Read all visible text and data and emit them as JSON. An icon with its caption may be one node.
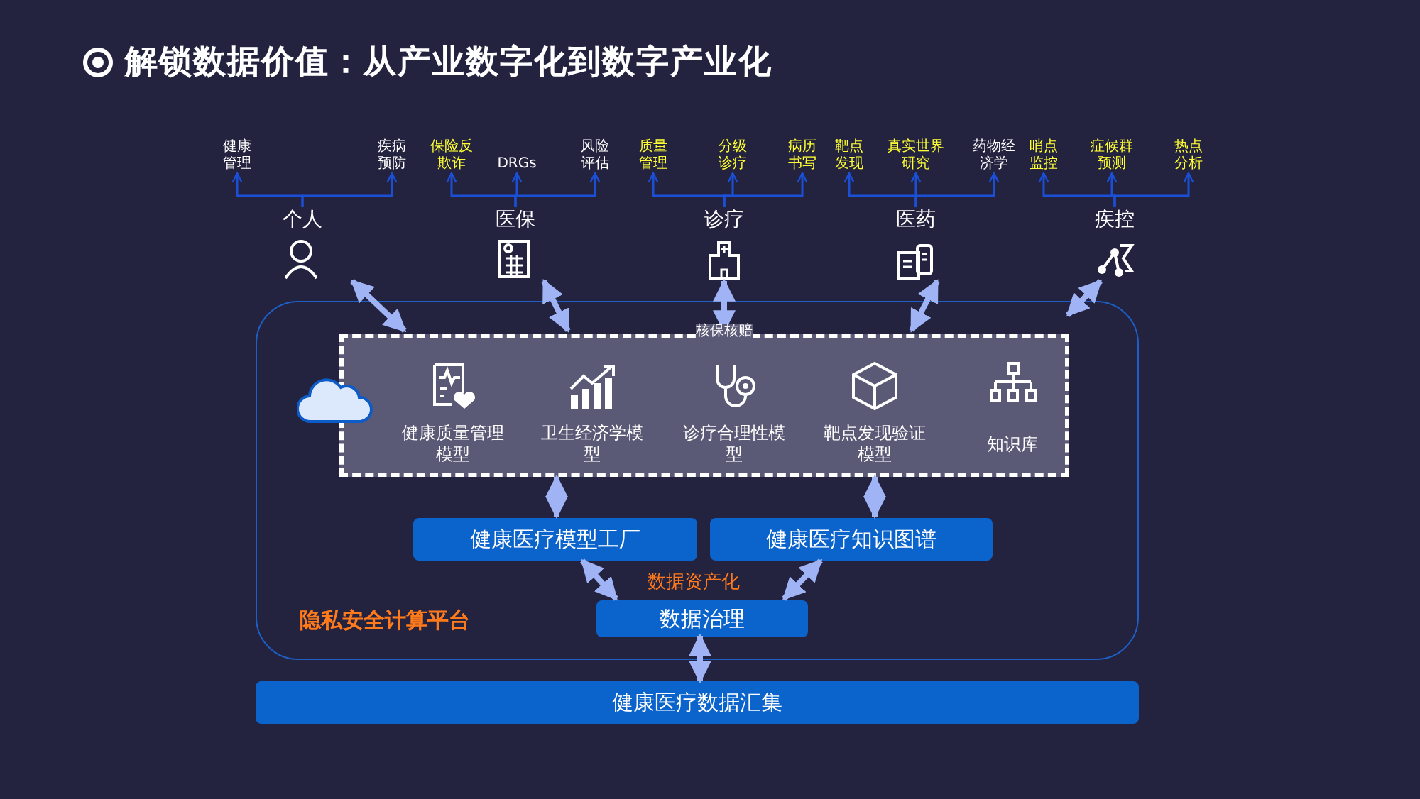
{
  "diagram": {
    "title": "解锁数据价值：从产业数字化到数字产业化",
    "nodes": [
      {
        "text": [
          "隐私安全计算平台"
        ]
      },
      {
        "text": [],
        "shape": "box",
        "in": 0
      },
      {
        "text": [
          "健康质量管理模型"
        ],
        "in": 1
      },
      {
        "text": [
          "卫生经济学模型"
        ],
        "in": 1
      },
      {
        "text": [
          "诊疗合理性模型"
        ],
        "in": 1
      },
      {
        "text": [
          "靶点发现验证模型"
        ],
        "in": 1
      },
      {
        "text": [
          "知识库"
        ],
        "in": 1
      },
      {
        "text": [
          "健康医疗模型工厂"
        ],
        "in": 0
      },
      {
        "text": [
          "健康医疗知识图谱"
        ],
        "in": 0
      },
      {
        "text": [
          "数据治理"
        ],
        "in": 0
      },
      {
        "text": [
          "健康医疗数据汇集"
        ]
      },
      {
        "text": [
          "个人"
        ]
      },
      {
        "text": [
          "医保"
        ]
      },
      {
        "text": [
          "诊疗"
        ]
      },
      {
        "text": [
          "医药"
        ]
      },
      {
        "text": [
          "疾控"
        ]
      },
      {
        "text": [
          "健康管理"
        ]
      },
      {
        "text": [
          "疾病预防"
        ]
      },
      {
        "text": [
          "保险反欺诈"
        ]
      },
      {
        "text": [
          "DRGs"
        ]
      },
      {
        "text": [
          "风险评估"
        ]
      },
      {
        "text": [
          "质量管理"
        ]
      },
      {
        "text": [
          "分级诊疗"
        ]
      },
      {
        "text": [
          "病历书写"
        ]
      },
      {
        "text": [
          "靶点发现"
        ]
      },
      {
        "text": [
          "真实世界研究"
        ]
      },
      {
        "text": [
          "药物经济学"
        ]
      },
      {
        "text": [
          "哨点监控"
        ]
      },
      {
        "text": [
          "症候群预测"
        ]
      },
      {
        "text": [
          "热点分析"
        ]
      }
    ],
    "edges": [
      {
        "from": 11,
        "to": 16,
        "arrow": "to"
      },
      {
        "from": 11,
        "to": 17,
        "arrow": "to"
      },
      {
        "from": 12,
        "to": 18,
        "arrow": "to"
      },
      {
        "from": 12,
        "to": 19,
        "arrow": "to"
      },
      {
        "from": 12,
        "to": 20,
        "arrow": "to"
      },
      {
        "from": 13,
        "to": 21,
        "arrow": "to"
      },
      {
        "from": 13,
        "to": 22,
        "arrow": "to"
      },
      {
        "from": 13,
        "to": 23,
        "arrow": "to"
      },
      {
        "from": 14,
        "to": 24,
        "arrow": "to"
      },
      {
        "from": 14,
        "to": 25,
        "arrow": "to"
      },
      {
        "from": 14,
        "to": 26,
        "arrow": "to"
      },
      {
        "from": 15,
        "to": 27,
        "arrow": "to"
      },
      {
        "from": 15,
        "to": 28,
        "arrow": "to"
      },
      {
        "from": 15,
        "to": 29,
        "arrow": "to"
      },
      {
        "from": 1,
        "to": 11,
        "arrow": "both",
        "style": "thick",
        "color": "#9fb3f5"
      },
      {
        "from": 1,
        "to": 12,
        "arrow": "both",
        "style": "thick",
        "color": "#9fb3f5"
      },
      {
        "from": 1,
        "to": 13,
        "arrow": "both",
        "label": "核保核赔",
        "style": "thick",
        "color": "#9fb3f5"
      },
      {
        "from": 1,
        "to": 14,
        "arrow": "both",
        "style": "thick",
        "color": "#9fb3f5"
      },
      {
        "from": 1,
        "to": 15,
        "arrow": "both",
        "style": "thick",
        "color": "#9fb3f5"
      },
      {
        "from": 7,
        "to": 1,
        "arrow": "both",
        "style": "thick",
        "color": "#9fb3f5"
      },
      {
        "from": 8,
        "to": 1,
        "arrow": "both",
        "style": "thick",
        "color": "#9fb3f5"
      },
      {
        "from": 9,
        "to": 7,
        "arrow": "both",
        "style": "thick",
        "color": "#9fb3f5"
      },
      {
        "from": 9,
        "to": 8,
        "arrow": "both",
        "style": "thick",
        "color": "#9fb3f5"
      },
      {
        "from": 10,
        "to": 9,
        "arrow": "both",
        "style": "thick",
        "color": "#9fb3f5"
      }
    ],
    "labels": [
      "数据资产化"
    ]
  }
}
